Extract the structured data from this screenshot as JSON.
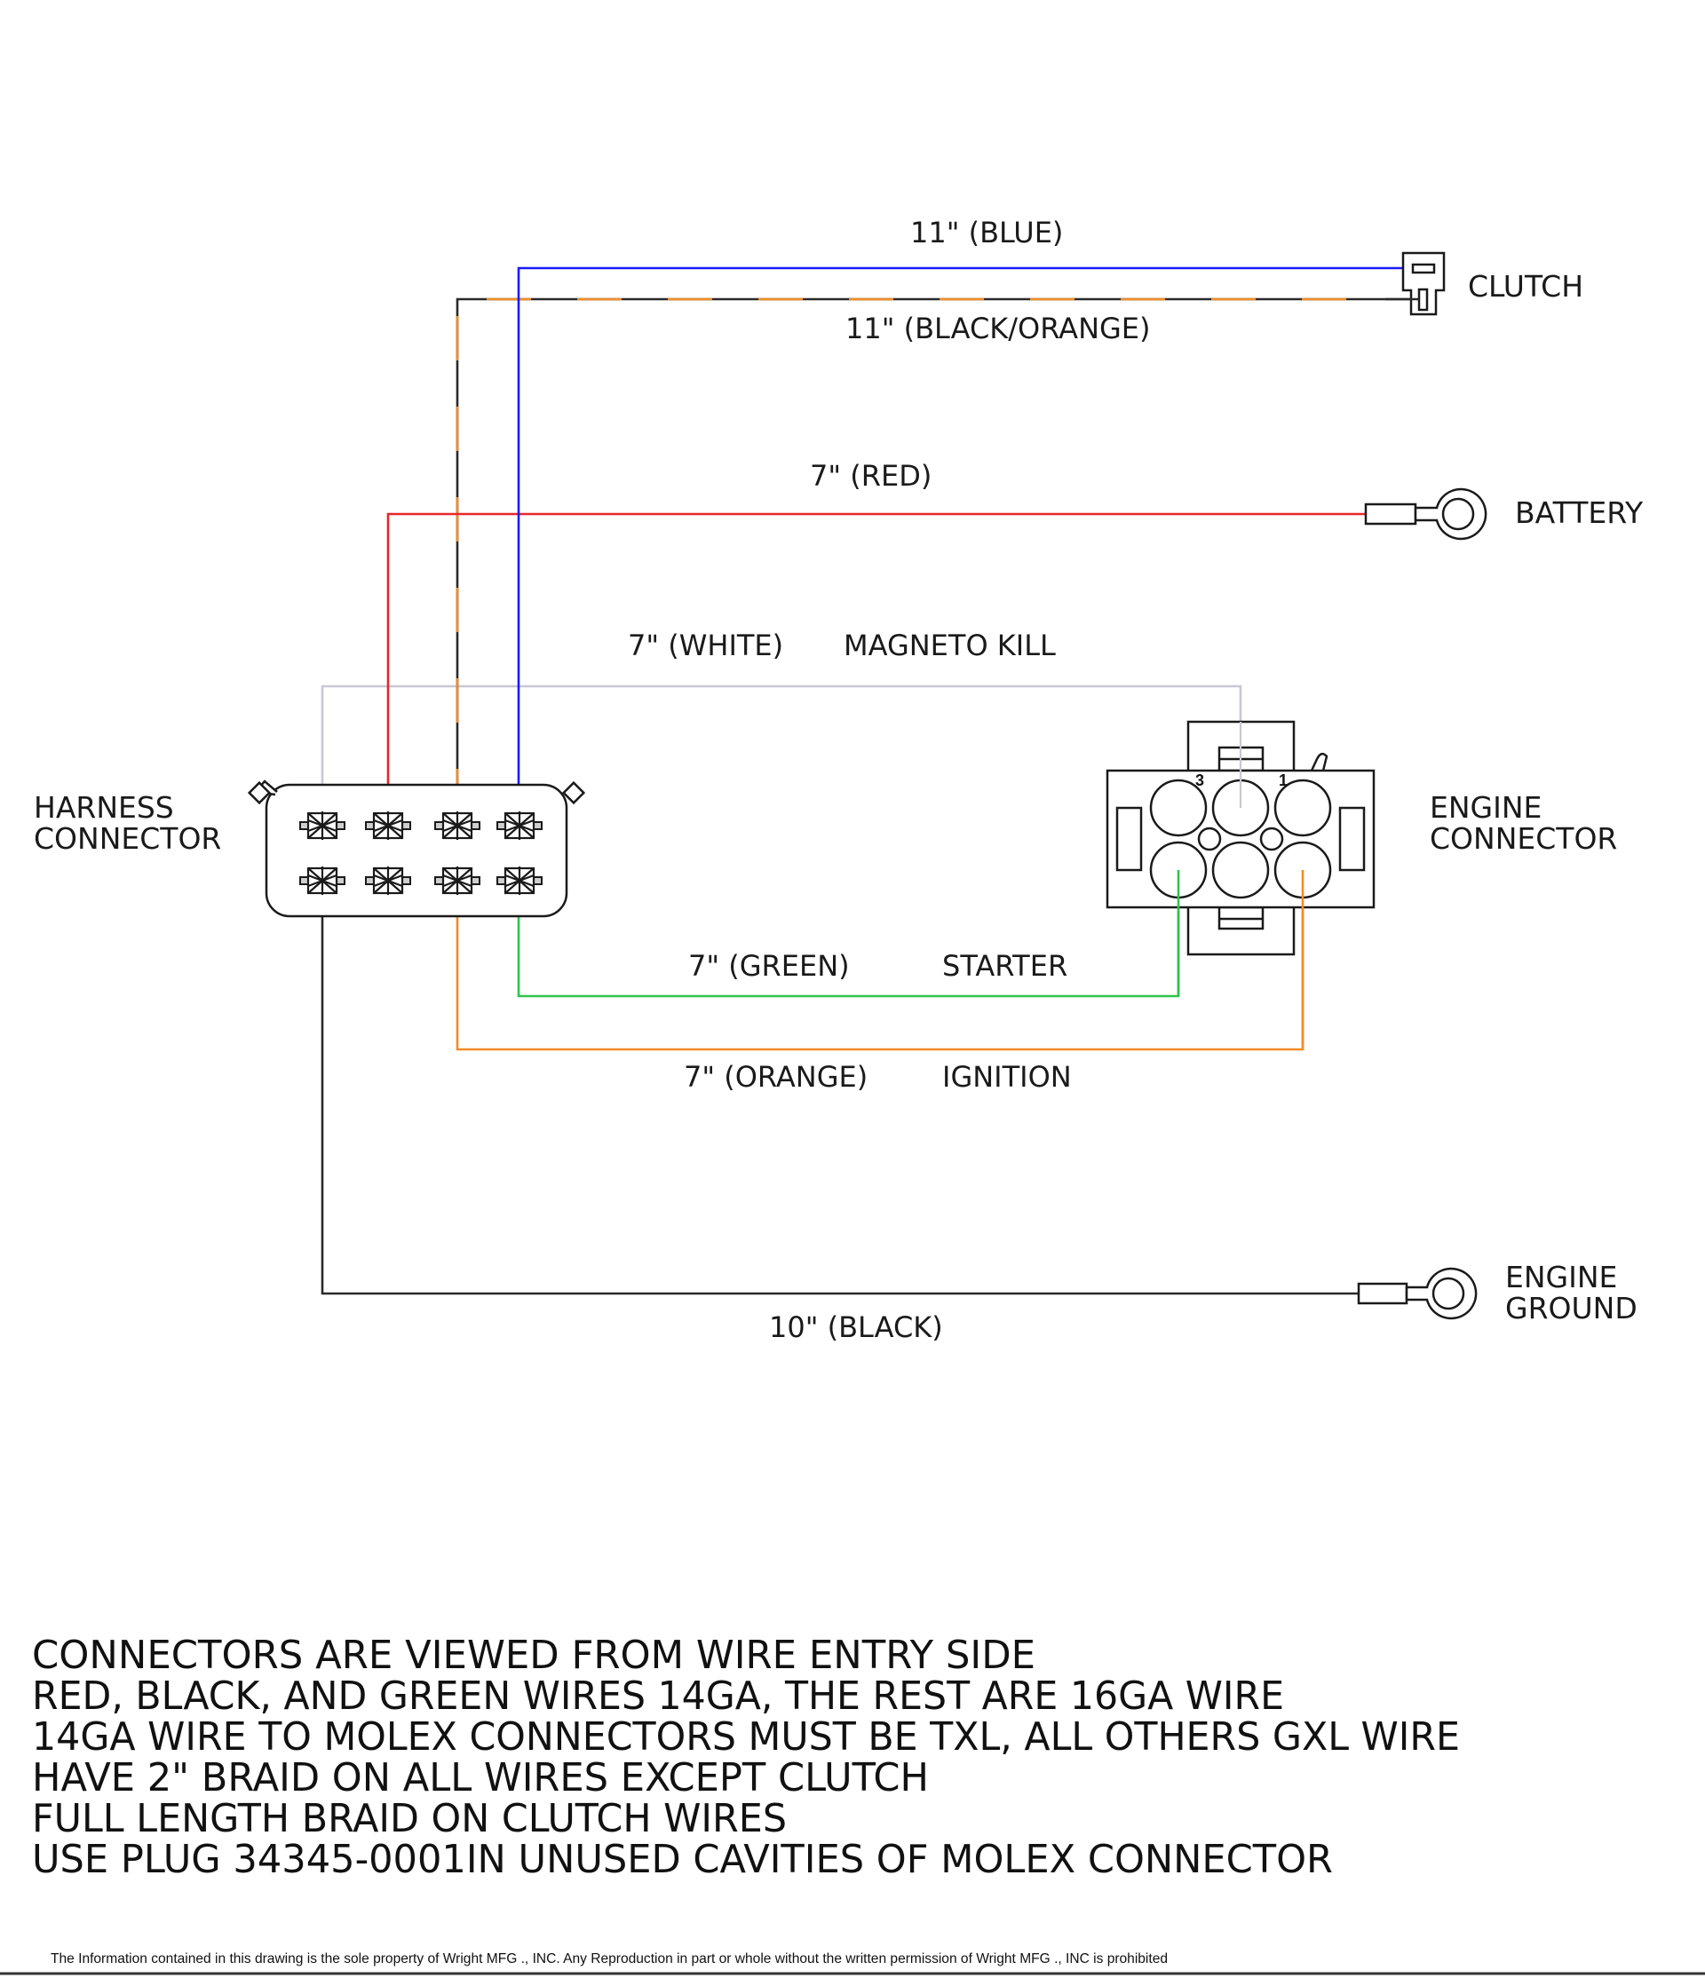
{
  "colors": {
    "blue": "#1a1aff",
    "black": "#2a2a2a",
    "orange": "#f28c28",
    "red": "#e8262a",
    "white": "#c8c8d4",
    "green": "#2ec44a",
    "outline": "#1a1a1a"
  },
  "wires": [
    {
      "id": "blue",
      "length_label": "11\" (BLUE)",
      "function_label": "",
      "color": "blue",
      "from": "harness-top-4",
      "to": "clutch"
    },
    {
      "id": "black-orange",
      "length_label": "11\" (BLACK/ORANGE)",
      "function_label": "",
      "color": "black/orange",
      "from": "harness-top-3",
      "to": "clutch"
    },
    {
      "id": "red",
      "length_label": "7\" (RED)",
      "function_label": "",
      "color": "red",
      "from": "harness-top-2",
      "to": "battery"
    },
    {
      "id": "white",
      "length_label": "7\" (WHITE)",
      "function_label": "MAGNETO KILL",
      "color": "white",
      "from": "harness-top-1",
      "to": "engine-connector-top-center"
    },
    {
      "id": "green",
      "length_label": "7\" (GREEN)",
      "function_label": "STARTER",
      "color": "green",
      "from": "harness-bottom-4",
      "to": "engine-connector-bottom-left"
    },
    {
      "id": "orange",
      "length_label": "7\" (ORANGE)",
      "function_label": "IGNITION",
      "color": "orange",
      "from": "harness-bottom-3",
      "to": "engine-connector-bottom-right"
    },
    {
      "id": "black",
      "length_label": "10\" (BLACK)",
      "function_label": "",
      "color": "black",
      "from": "harness-bottom-1",
      "to": "engine-ground"
    }
  ],
  "components": {
    "clutch": "CLUTCH",
    "battery": "BATTERY",
    "harness_connector": [
      "HARNESS",
      "CONNECTOR"
    ],
    "engine_connector": [
      "ENGINE",
      "CONNECTOR"
    ],
    "engine_ground": [
      "ENGINE",
      "GROUND"
    ],
    "engine_pin_numbers": [
      "3",
      "1"
    ]
  },
  "notes": [
    "CONNECTORS ARE VIEWED FROM WIRE ENTRY SIDE",
    "RED, BLACK, AND GREEN WIRES 14GA, THE REST ARE 16GA WIRE",
    "14GA WIRE TO MOLEX CONNECTORS MUST BE TXL, ALL OTHERS GXL WIRE",
    "HAVE 2\" BRAID ON ALL WIRES EXCEPT CLUTCH",
    "FULL LENGTH BRAID ON CLUTCH WIRES",
    "USE PLUG 34345-0001IN UNUSED CAVITIES OF MOLEX CONNECTOR"
  ],
  "footer": "The Information contained in this drawing is the sole property of Wright MFG ., INC. Any Reproduction in part or whole without the written permission of Wright MFG ., INC is prohibited"
}
